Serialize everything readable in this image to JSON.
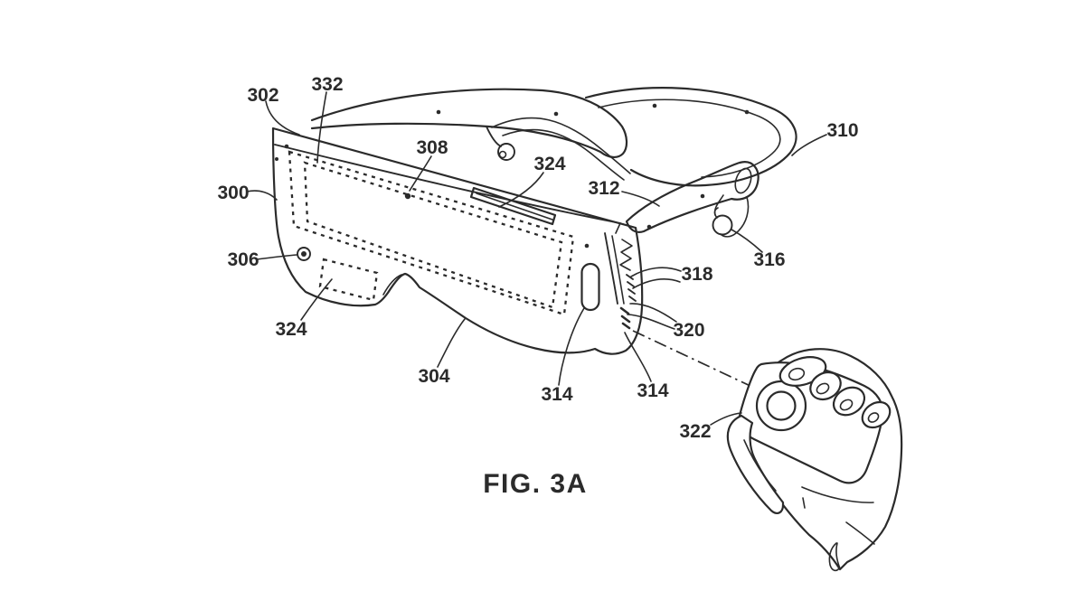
{
  "figure": {
    "caption": "FIG. 3A",
    "ink_color": "#2b2b2b",
    "background_color": "#ffffff"
  },
  "labels": {
    "ref_300": "300",
    "ref_302": "302",
    "ref_304": "304",
    "ref_306": "306",
    "ref_308": "308",
    "ref_310": "310",
    "ref_312": "312",
    "ref_314_left": "314",
    "ref_314_right": "314",
    "ref_316": "316",
    "ref_318": "318",
    "ref_320": "320",
    "ref_322": "322",
    "ref_324_top": "324",
    "ref_324_left": "324",
    "ref_332": "332"
  }
}
